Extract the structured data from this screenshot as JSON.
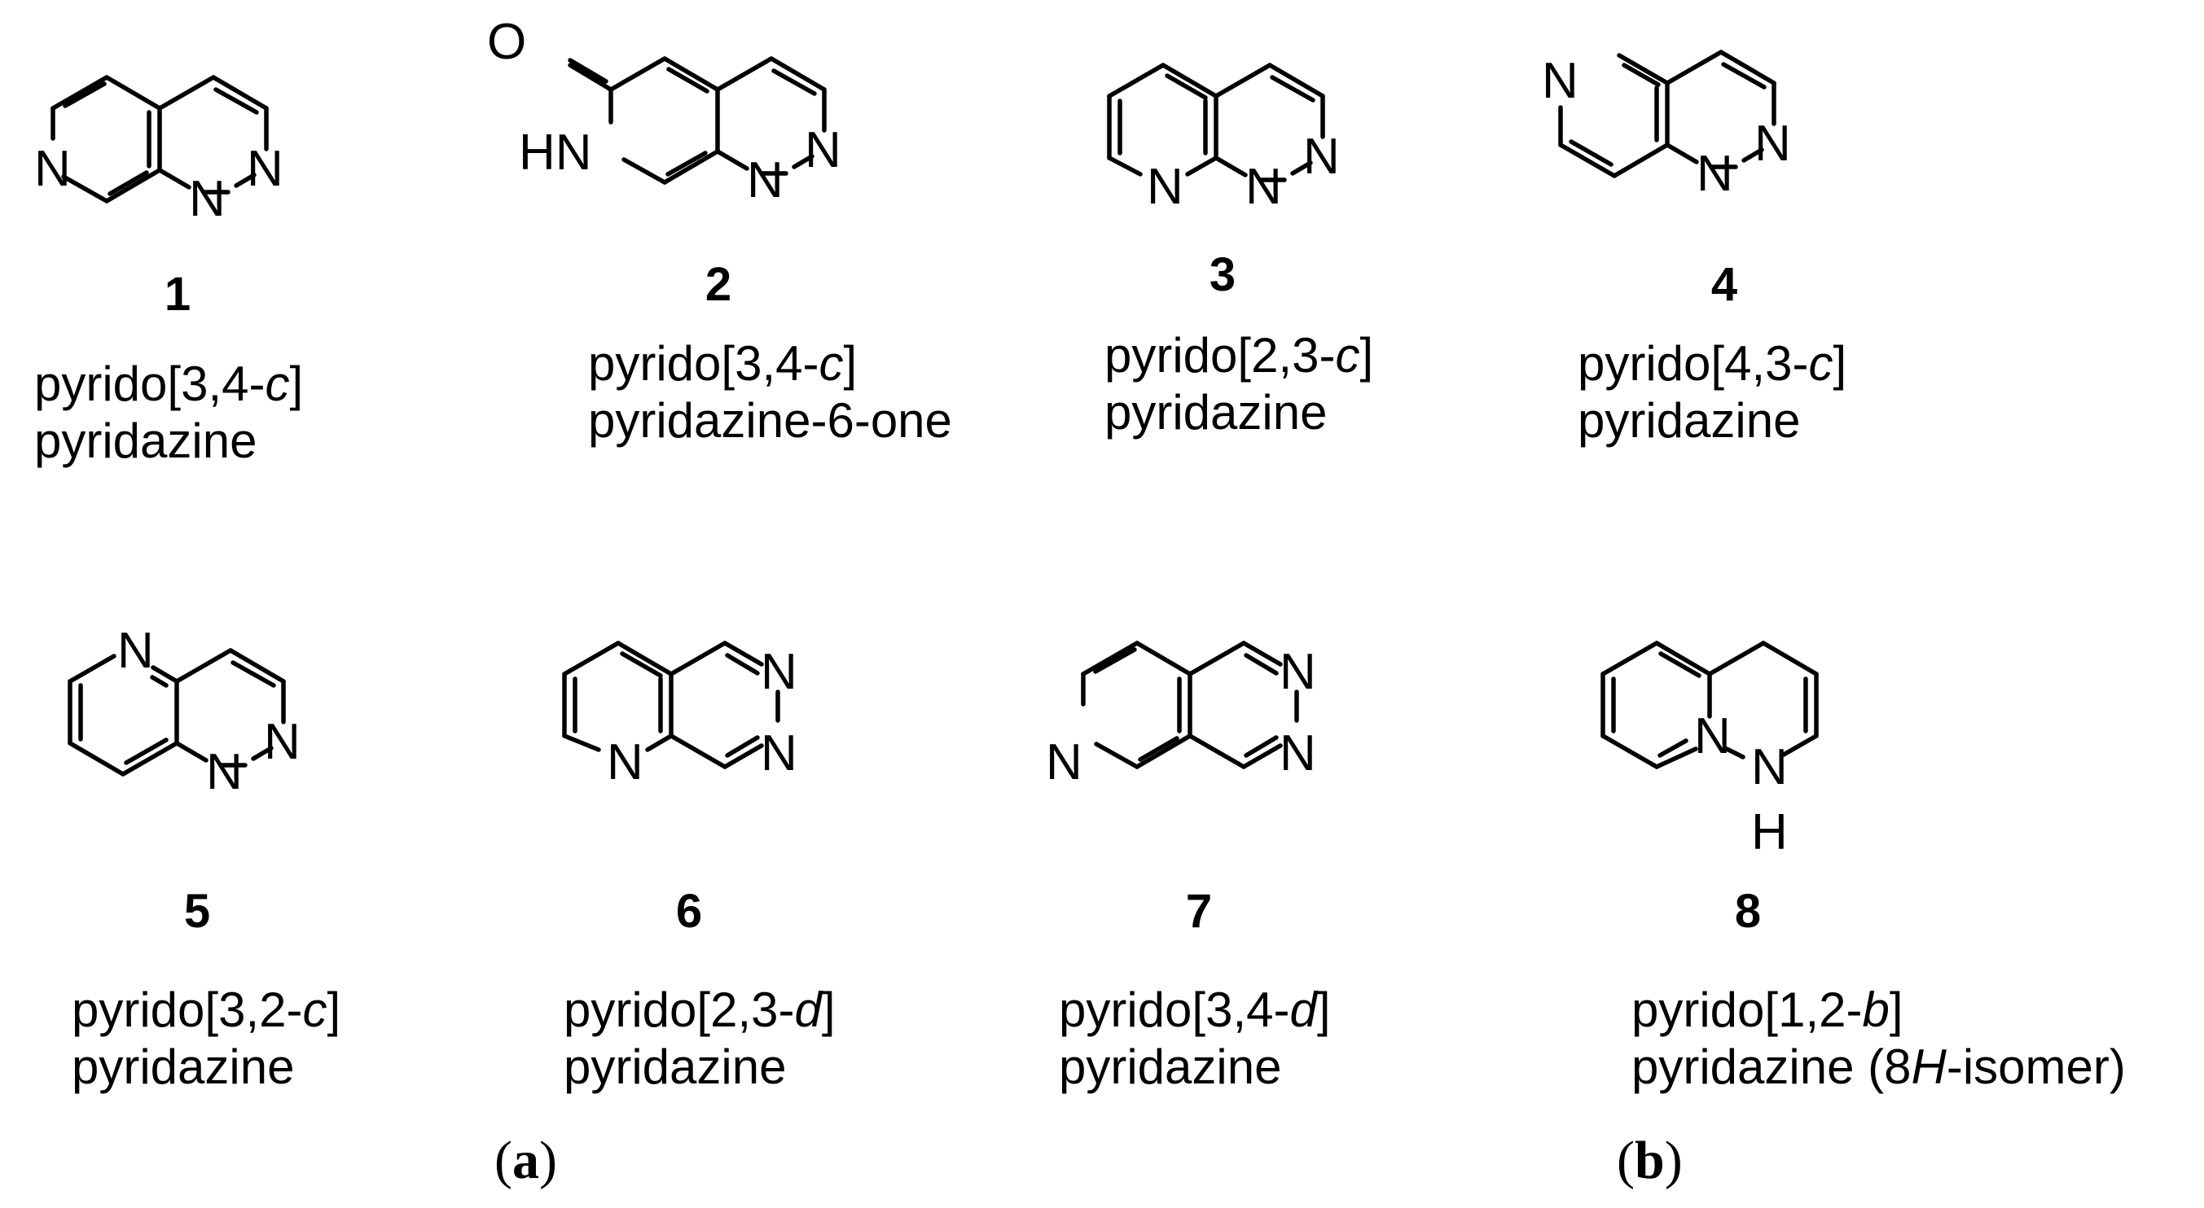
{
  "compounds": [
    {
      "number": "1",
      "name_line1_prefix": "pyrido[3,4-",
      "name_line1_italic": "c",
      "name_line1_suffix": "]",
      "name_line2_prefix": "pyridazine",
      "name_line2_italic": "",
      "name_line2_suffix": ""
    },
    {
      "number": "2",
      "name_line1_prefix": "pyrido[3,4-",
      "name_line1_italic": "c",
      "name_line1_suffix": "]",
      "name_line2_prefix": "pyridazine-6-one",
      "name_line2_italic": "",
      "name_line2_suffix": ""
    },
    {
      "number": "3",
      "name_line1_prefix": "pyrido[2,3-",
      "name_line1_italic": "c",
      "name_line1_suffix": "]",
      "name_line2_prefix": "pyridazine",
      "name_line2_italic": "",
      "name_line2_suffix": ""
    },
    {
      "number": "4",
      "name_line1_prefix": "pyrido[4,3-",
      "name_line1_italic": "c",
      "name_line1_suffix": "]",
      "name_line2_prefix": "pyridazine",
      "name_line2_italic": "",
      "name_line2_suffix": ""
    },
    {
      "number": "5",
      "name_line1_prefix": "pyrido[3,2-",
      "name_line1_italic": "c",
      "name_line1_suffix": "]",
      "name_line2_prefix": "pyridazine",
      "name_line2_italic": "",
      "name_line2_suffix": ""
    },
    {
      "number": "6",
      "name_line1_prefix": "pyrido[2,3-",
      "name_line1_italic": "d",
      "name_line1_suffix": "]",
      "name_line2_prefix": "pyridazine",
      "name_line2_italic": "",
      "name_line2_suffix": ""
    },
    {
      "number": "7",
      "name_line1_prefix": "pyrido[3,4-",
      "name_line1_italic": "d",
      "name_line1_suffix": "]",
      "name_line2_prefix": "pyridazine",
      "name_line2_italic": "",
      "name_line2_suffix": ""
    },
    {
      "number": "8",
      "name_line1_prefix": "pyrido[1,2-",
      "name_line1_italic": "b",
      "name_line1_suffix": "]",
      "name_line2_prefix": "pyridazine (8",
      "name_line2_italic": "H",
      "name_line2_suffix": "-isomer)"
    }
  ],
  "atoms": {
    "N": "N",
    "O": "O",
    "HN": "HN",
    "H": "H"
  },
  "panels": {
    "a_open": "(",
    "a_letter": "a",
    "a_close": ")",
    "b_open": "(",
    "b_letter": "b",
    "b_close": ")"
  }
}
